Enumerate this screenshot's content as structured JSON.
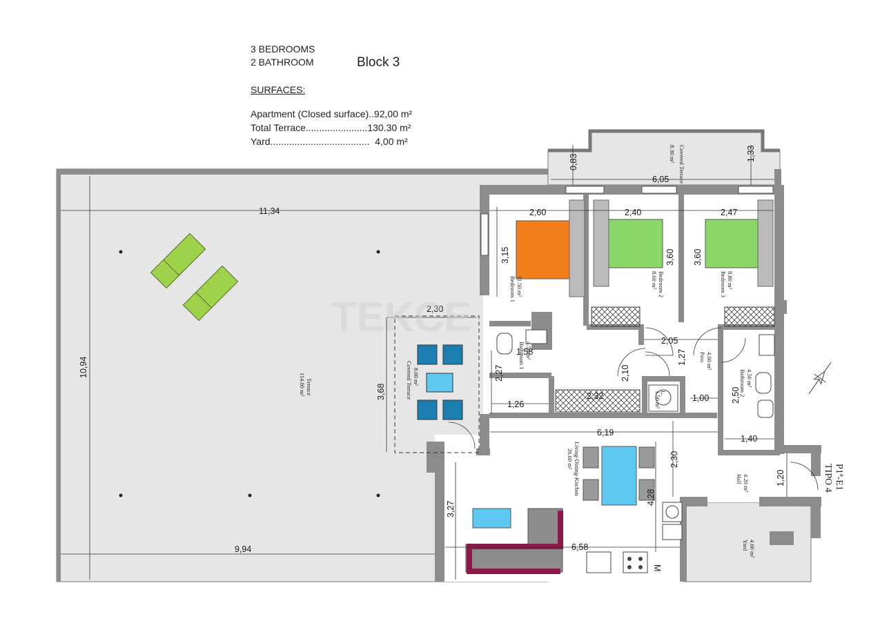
{
  "header": {
    "bedrooms": "3 BEDROOMS",
    "bathrooms": "2 BATHROOM",
    "block": "Block 3",
    "surfaces_title": "SURFACES:",
    "apartment": "Apartment (Closed surface)..92,00 m²",
    "terrace": "Total Terrace.......................130.30 m²",
    "yard": "Yard.....................................  4,00 m²"
  },
  "watermark": "TEKCE",
  "type_label": {
    "line1": "P1ª-E1",
    "line2": "TIPO 4"
  },
  "rooms": {
    "terrace": {
      "name": "Terrace",
      "area": "114.00 m²"
    },
    "covered_terrace_left": {
      "name": "Covered Terrace",
      "area": "8.00 m²"
    },
    "covered_terrace_top": {
      "name": "Covered Terrace",
      "area": "8.30 m²"
    },
    "bedroom1": {
      "name": "Bedroom 1",
      "area": "11.50 m²"
    },
    "bedroom2": {
      "name": "Bedroom 2",
      "area": "8.60 m²"
    },
    "bedroom3": {
      "name": "Bedroom 3",
      "area": "8.80 m²"
    },
    "bathroom1": {
      "name": "Bathroom 1",
      "area": "4.50 m²"
    },
    "bathroom2": {
      "name": "Bathroom 2",
      "area": "4.50 m²"
    },
    "pass": {
      "name": "Pass",
      "area": "4.60 m²"
    },
    "living": {
      "name": "Living-Dining-Kitchen",
      "area": "26.60 m²"
    },
    "hall": {
      "name": "Hall",
      "area": "4.20 m²"
    },
    "yard": {
      "name": "Yard",
      "area": "4.00 m²"
    },
    "laundry": {
      "name": "L.",
      "area": "1.50 m²"
    }
  },
  "dimensions": {
    "d_083": "0,83",
    "d_133": "1,33",
    "d_605": "6,05",
    "d_1134": "11,34",
    "d_260": "2,60",
    "d_240": "2,40",
    "d_247": "2,47",
    "d_315": "3,15",
    "d_360a": "3,60",
    "d_360b": "3,60",
    "d_230a": "2,30",
    "d_1094": "10,94",
    "d_368": "3,68",
    "d_158": "1,58",
    "d_227": "2,27",
    "d_126": "1,26",
    "d_205": "2,05",
    "d_127": "1,27",
    "d_210": "2,10",
    "d_232": "2,32",
    "d_100": "1,00",
    "d_250": "2,50",
    "d_140": "1,40",
    "d_619": "6,19",
    "d_230b": "2,30",
    "d_120": "1,20",
    "d_428": "4,28",
    "d_327": "3,27",
    "d_658": "6,58",
    "d_994": "9,94",
    "m_mark": "M"
  },
  "colors": {
    "bedroom1_bed": "#f27f1c",
    "bedroom_beds": "#8ad86a",
    "chairs": "#1d7fb1",
    "tables": "#5fc8f0",
    "sunbeds": "#9ed24a",
    "counter": "#8b1a4a",
    "wall": "#8c8c8c",
    "terrace_floor": "#e6e6e6"
  }
}
